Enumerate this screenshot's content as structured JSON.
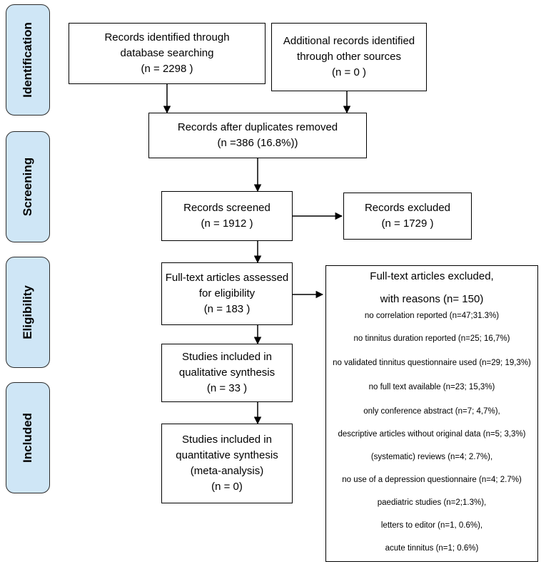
{
  "phases": {
    "identification": "Identification",
    "screening": "Screening",
    "eligibility": "Eligibility",
    "included": "Included"
  },
  "boxes": {
    "db_search": [
      "Records identified through",
      "database searching",
      "(n =  2298  )"
    ],
    "other_sources": [
      "Additional records identified",
      "through other sources",
      "(n =  0 )"
    ],
    "after_duplicates": [
      "Records after duplicates removed",
      "(n =386 (16.8%))"
    ],
    "screened": [
      "Records screened",
      "(n =  1912 )"
    ],
    "excluded": [
      "Records excluded",
      "(n =    1729  )"
    ],
    "fulltext": [
      "Full-text articles assessed",
      "for eligibility",
      "(n =  183  )"
    ],
    "qualitative": [
      "Studies included in",
      "qualitative synthesis",
      "(n =  33  )"
    ],
    "quantitative": [
      "Studies included in",
      "quantitative synthesis",
      "(meta-analysis)",
      "(n =   0)"
    ]
  },
  "fulltext_excluded": {
    "heading": [
      "Full-text articles excluded,",
      "with reasons (n= 150)"
    ],
    "reasons": [
      "no correlation reported (n=47;31.3%)",
      "no tinnitus duration reported (n=25; 16,7%)",
      "no validated tinnitus questionnaire used (n=29; 19,3%)",
      "no full text available (n=23; 15,3%)",
      "only conference abstract (n=7; 4,7%),",
      "descriptive articles without original data (n=5; 3,3%)",
      "(systematic) reviews (n=4; 2.7%),",
      "no use of a depression questionnaire (n=4; 2.7%)",
      "paediatric studies (n=2;1.3%),",
      "letters to editor (n=1, 0.6%),",
      "acute tinnitus (n=1; 0.6%)"
    ]
  }
}
